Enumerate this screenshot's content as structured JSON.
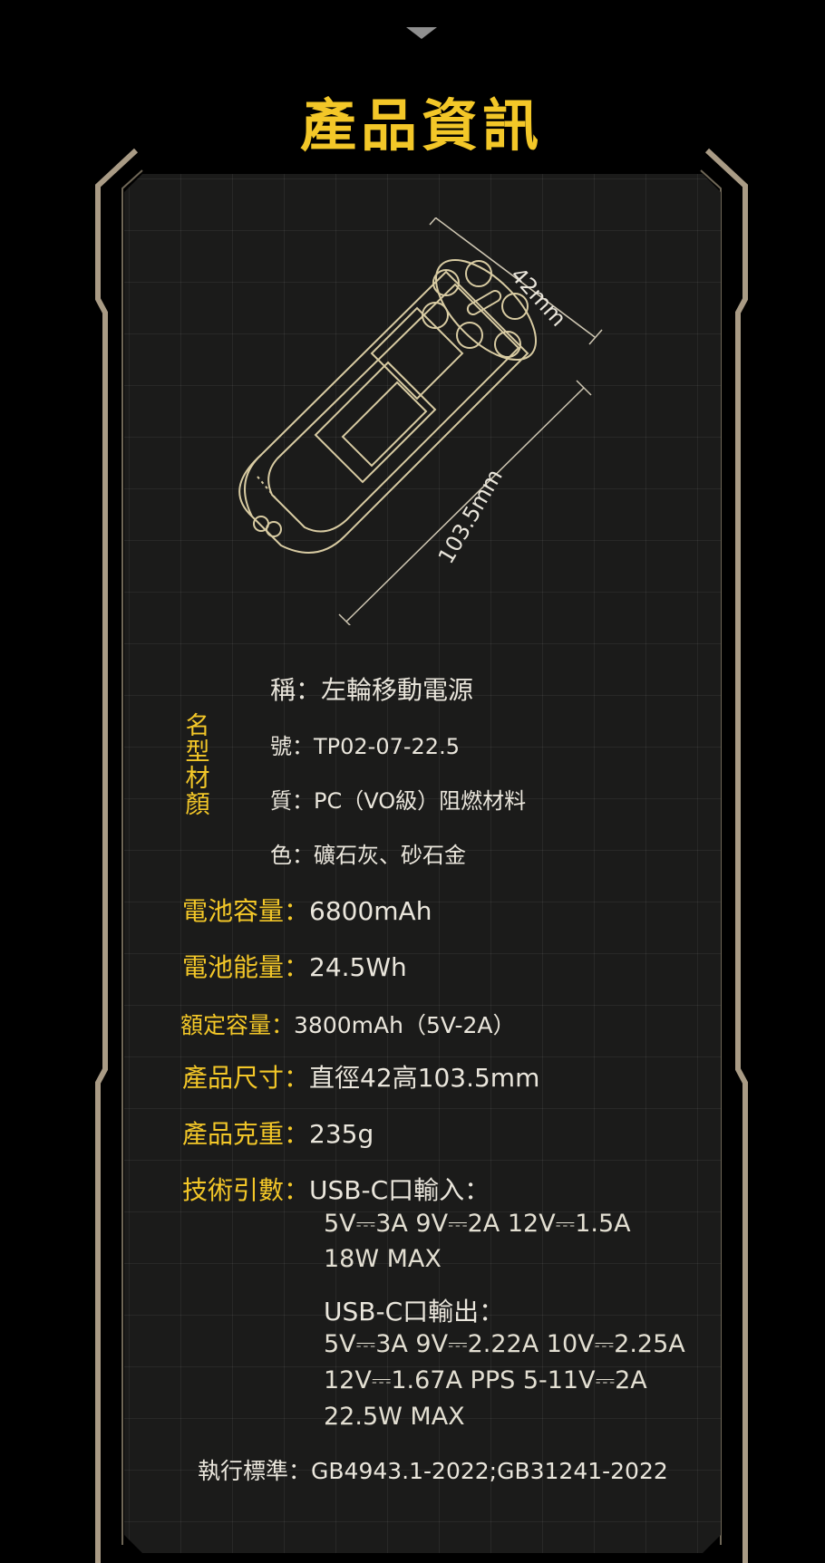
{
  "page": {
    "title": "產品資訊",
    "colors": {
      "accent": "#f3c728",
      "frame": "#a99b85",
      "panel": "#1b1b1a",
      "text": "#eae6dc"
    }
  },
  "diagram": {
    "width_label": "42mm",
    "length_label": "103.5mm"
  },
  "group": {
    "side_chars": [
      "名",
      "型",
      "材",
      "顏"
    ],
    "rows": [
      "稱：左輪移動電源",
      "號：TP02-07-22.5",
      "質：PC（VO級）阻燃材料",
      "色：礦石灰、砂石金"
    ]
  },
  "specs": {
    "capacity": {
      "key": "電池容量：",
      "value": "6800mAh"
    },
    "energy": {
      "key": "電池能量：",
      "value": "24.5Wh"
    },
    "rated": {
      "key": "額定容量：",
      "value": "3800mAh（5V-2A）"
    },
    "size": {
      "key": "產品尺寸：",
      "value": "直徑42高103.5mm"
    },
    "weight": {
      "key": "產品克重：",
      "value": "235g"
    },
    "tech": {
      "key": "技術引數：",
      "value": "USB-C口輸入："
    }
  },
  "input_lines": [
    "5V⎓3A  9V⎓2A  12V⎓1.5A",
    "18W MAX"
  ],
  "output_head": "USB-C口輸出：",
  "output_lines": [
    "5V⎓3A  9V⎓2.22A  10V⎓2.25A",
    "12V⎓1.67A  PPS 5-11V⎓2A",
    "22.5W MAX"
  ],
  "standard": {
    "key": "執行標準：",
    "value": "GB4943.1-2022;GB31241-2022"
  }
}
